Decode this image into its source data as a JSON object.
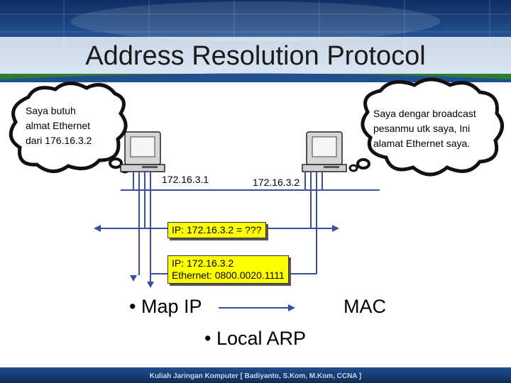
{
  "slide": {
    "title": "Address Resolution Protocol",
    "left_bubble": [
      "Saya butuh",
      "almat Ethernet",
      "dari 176.16.3.2"
    ],
    "right_bubble": [
      "Saya dengar broadcast",
      "pesanmu utk saya, Ini",
      "alamat Ethernet saya."
    ],
    "host_left_ip": "172.16.3.1",
    "host_right_ip": "172.16.3.2",
    "request_message": "IP: 172.16.3.2 = ???",
    "reply_message": [
      "IP: 172.16.3.2",
      "Ethernet: 0800.0020.1111"
    ],
    "bullet_map_left": "Map IP",
    "bullet_map_right": "MAC",
    "bullet_local": "Local ARP",
    "footer": "Kuliah Jaringan Komputer [ Badiyanto, S.Kom, M.Kom, CCNA ]",
    "colors": {
      "header_blue": "#1f4f8f",
      "title_green": "#2e7d32",
      "bubble_black": "#111111",
      "wire_blue": "#3a4fa0",
      "box_yellow": "#ffff00"
    }
  }
}
